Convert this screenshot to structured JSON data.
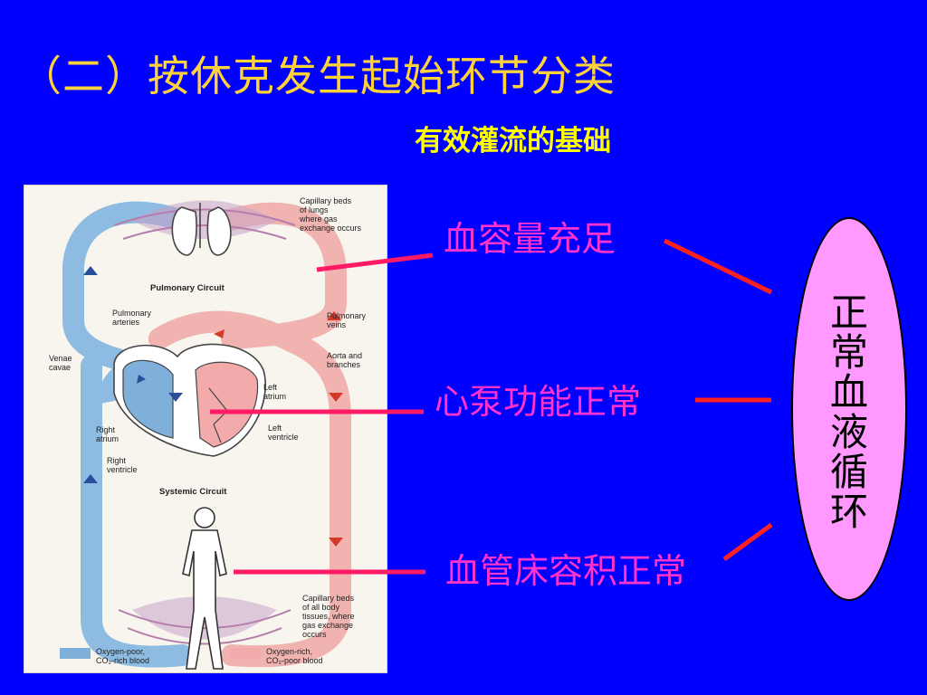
{
  "slide": {
    "title": "（二）按休克发生起始环节分类",
    "subtitle": "有效灌流的基础",
    "factors": [
      "血容量充足",
      "心泵功能正常",
      "血管床容积正常"
    ],
    "result_chars": [
      "正",
      "常",
      "血",
      "液",
      "循",
      "环"
    ]
  },
  "diagram": {
    "labels": {
      "capillary_lungs": [
        "Capillary beds",
        "of lungs",
        "where gas",
        "exchange occurs"
      ],
      "pulmonary_circuit": "Pulmonary Circuit",
      "pulmonary_arteries": [
        "Pulmonary",
        "arteries"
      ],
      "pulmonary_veins": [
        "Pulmonary",
        "veins"
      ],
      "venae_cavae": [
        "Venae",
        "cavae"
      ],
      "aorta": [
        "Aorta and",
        "branches"
      ],
      "left_atrium": [
        "Left",
        "atrium"
      ],
      "left_ventricle": [
        "Left",
        "ventricle"
      ],
      "right_atrium": [
        "Right",
        "atrium"
      ],
      "right_ventricle": [
        "Right",
        "ventricle"
      ],
      "systemic_circuit": "Systemic Circuit",
      "capillary_body": [
        "Capillary beds",
        "of all body",
        "tissues, where",
        "gas exchange",
        "occurs"
      ]
    },
    "legend": {
      "oxygen_poor": [
        "Oxygen-poor,",
        "CO₂-rich blood"
      ],
      "oxygen_rich": [
        "Oxygen-rich,",
        "CO₂-poor blood"
      ]
    }
  },
  "colors": {
    "background": "#0000ff",
    "title": "#ffd23a",
    "subtitle": "#ffff00",
    "factor_text": "#ff33cc",
    "pointer_lines": "#ff1a66",
    "connector_lines": "#ff2020",
    "ellipse_fill": "#ff99ff",
    "blood_poor": "#7fb0dc",
    "blood_rich": "#f2aaaa"
  }
}
